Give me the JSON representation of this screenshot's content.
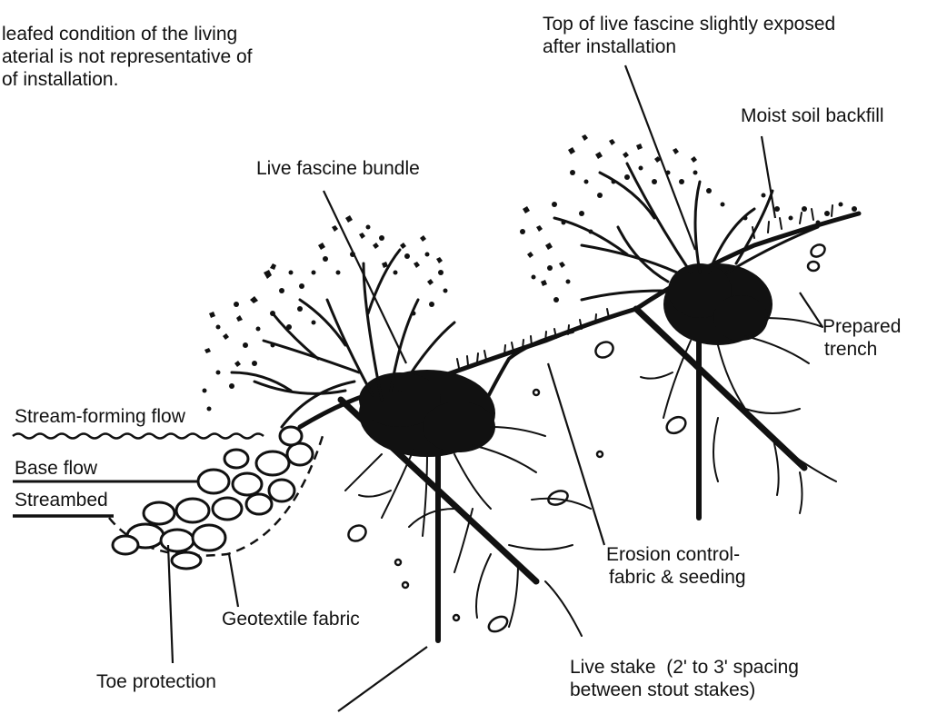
{
  "colors": {
    "ink": "#111111",
    "background": "#ffffff"
  },
  "icons": [
    "vegetation-clump-icon",
    "rock-icon",
    "stake-icon",
    "root-icon"
  ],
  "labels": {
    "note": [
      "leafed condition of the living",
      "aterial is not representative of",
      "of installation."
    ],
    "top_fascine": [
      "Top of live fascine slightly exposed",
      "after installation"
    ],
    "moist_soil": "Moist soil backfill",
    "fascine_bundle": "Live fascine bundle",
    "prepared_trench": [
      "Prepared",
      "trench"
    ],
    "stream_forming_flow": "Stream-forming flow",
    "base_flow": "Base flow",
    "streambed": "Streambed",
    "erosion_control": [
      "Erosion control-",
      "fabric & seeding"
    ],
    "geotextile": "Geotextile fabric",
    "toe_protection": "Toe protection",
    "live_stake": [
      "Live stake  (2' to 3' spacing",
      "between stout stakes)"
    ]
  }
}
